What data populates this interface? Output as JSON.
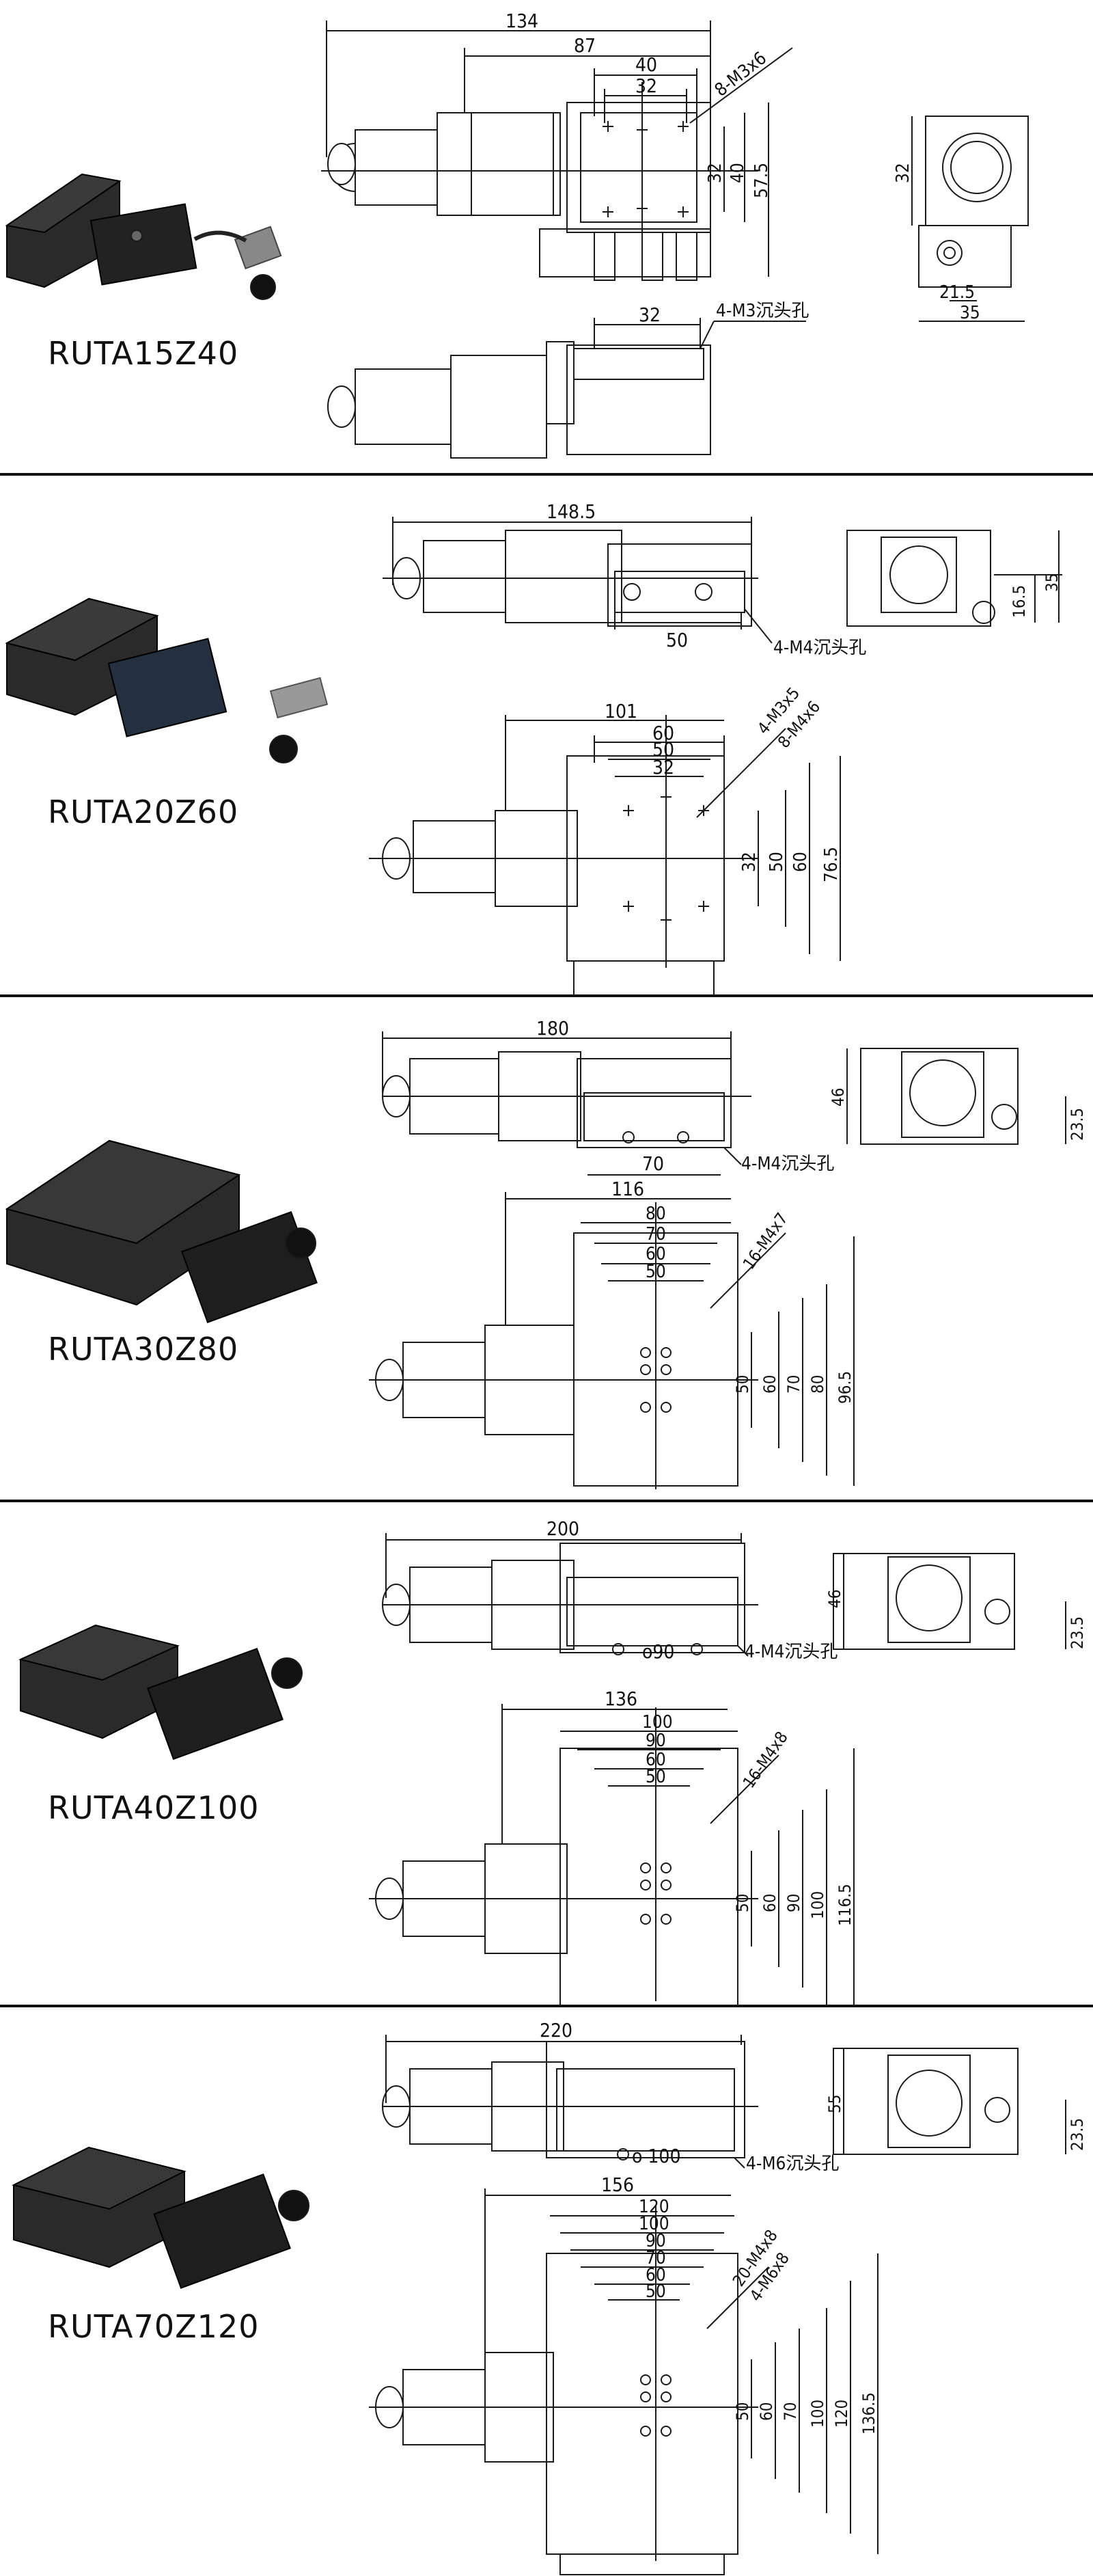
{
  "colors": {
    "line": "#111111",
    "drawing": "#1a1a1a",
    "product_dark": "#2a2a2a",
    "divider": "#111111",
    "background": "#ffffff"
  },
  "sections": [
    {
      "model": "RUTA15Z40",
      "side_top": {
        "overall": "134",
        "body": "87",
        "d40": "40",
        "d32": "32",
        "d32v": "32",
        "d40v": "40",
        "d575": "57.5",
        "holes": "8-M3x6"
      },
      "end_view": {
        "height": "32",
        "d215": "21.5",
        "width": "35"
      },
      "side_bottom": {
        "d32": "32",
        "holes": "4-M3沉头孔"
      }
    },
    {
      "model": "RUTA20Z60",
      "side": {
        "overall": "148.5",
        "d50": "50",
        "holes": "4-M4沉头孔"
      },
      "end_view": {
        "h165": "16.5",
        "height": "35"
      },
      "top": {
        "d101": "101",
        "d60": "60",
        "d50": "50",
        "d32": "32",
        "d32v": "32",
        "d50v": "50",
        "d60v": "60",
        "d765": "76.5",
        "holes_a": "4-M3x5",
        "holes_b": "8-M4x6"
      }
    },
    {
      "model": "RUTA30Z80",
      "side": {
        "overall": "180",
        "d70": "70",
        "holes": "4-M4沉头孔"
      },
      "end_view": {
        "height": "46",
        "h235": "23.5"
      },
      "top": {
        "d116": "116",
        "d80": "80",
        "d70": "70",
        "d60": "60",
        "d50": "50",
        "d50v": "50",
        "d60v": "60",
        "d70v": "70",
        "d80v": "80",
        "d965": "96.5",
        "holes": "16-M4x7"
      }
    },
    {
      "model": "RUTA40Z100",
      "side": {
        "overall": "200",
        "d90": "ο90",
        "holes": "4-M4沉头孔"
      },
      "end_view": {
        "height": "46",
        "h235": "23.5"
      },
      "top": {
        "d136": "136",
        "d100": "100",
        "d90": "90",
        "d60": "60",
        "d50": "50",
        "d50v": "50",
        "d60v": "60",
        "d90v": "90",
        "d100v": "100",
        "d1165": "116.5",
        "holes": "16-M4x8"
      }
    },
    {
      "model": "RUTA70Z120",
      "side": {
        "overall": "220",
        "d100": "ο 100",
        "holes": "4-M6沉头孔"
      },
      "end_view": {
        "height": "55",
        "h235": "23.5"
      },
      "top": {
        "d156": "156",
        "d120": "120",
        "d100": "100",
        "d90": "90",
        "d70": "70",
        "d60": "60",
        "d50": "50",
        "d50v": "50",
        "d60v": "60",
        "d70v": "70",
        "d100v": "100",
        "d120v": "120",
        "d1365": "136.5",
        "holes_a": "20-M4x8",
        "holes_b": "4-M6x8"
      }
    }
  ]
}
